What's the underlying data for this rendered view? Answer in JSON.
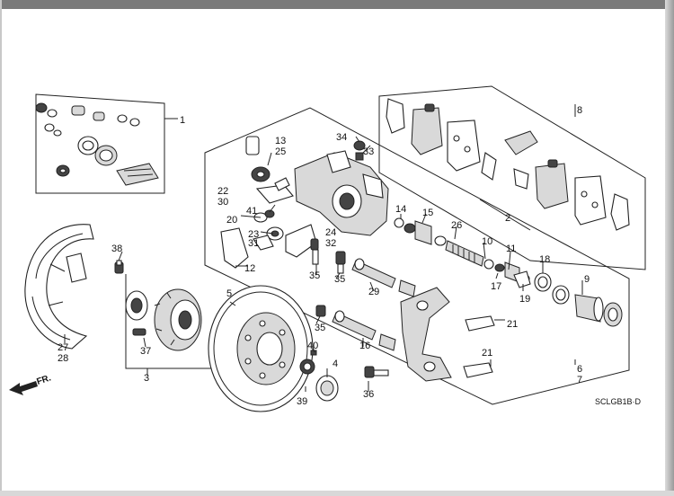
{
  "diagram_code": "SCLGB1B·D",
  "front_marker": "FR.",
  "callouts": {
    "c1": "1",
    "c2": "2",
    "c3": "3",
    "c4": "4",
    "c5": "5",
    "c6": "6",
    "c7": "7",
    "c8": "8",
    "c9": "9",
    "c10": "10",
    "c11": "11",
    "c12": "12",
    "c13": "13",
    "c14": "14",
    "c15": "15",
    "c16": "16",
    "c17": "17",
    "c18": "18",
    "c19": "19",
    "c20": "20",
    "c21a": "21",
    "c21b": "21",
    "c22": "22",
    "c23": "23",
    "c24": "24",
    "c25": "25",
    "c26": "26",
    "c27": "27",
    "c28": "28",
    "c29": "29",
    "c30": "30",
    "c31": "31",
    "c32": "32",
    "c33": "33",
    "c34": "34",
    "c35a": "35",
    "c35b": "35",
    "c35c": "35",
    "c36": "36",
    "c37": "37",
    "c38": "38",
    "c39": "39",
    "c40": "40",
    "c41": "41"
  }
}
